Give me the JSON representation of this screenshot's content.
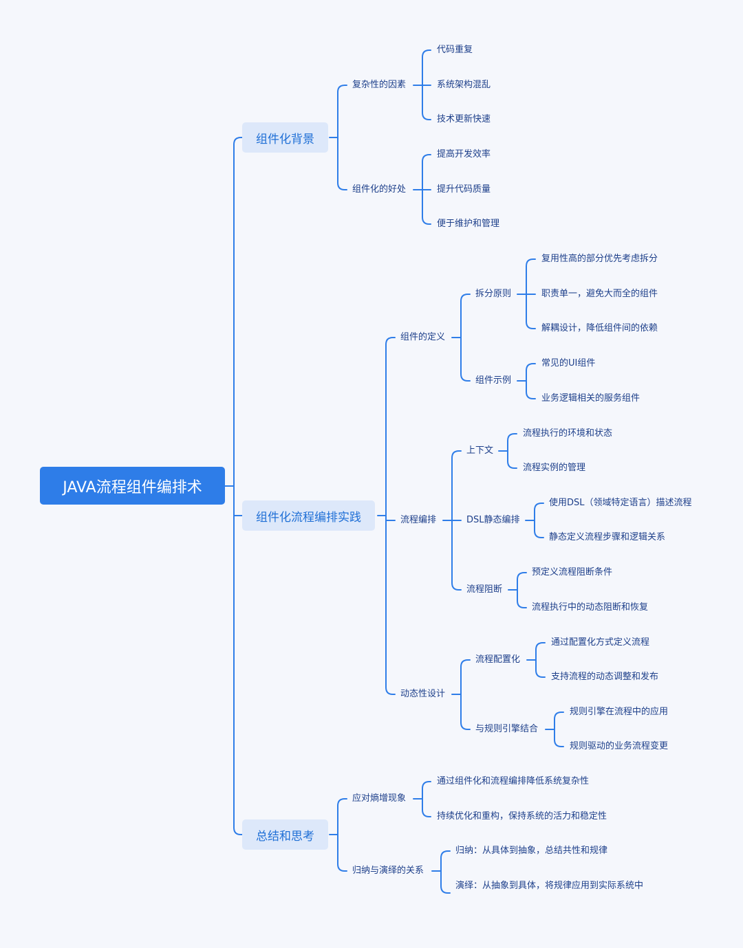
{
  "root": "JAVA流程组件编排术",
  "branches": [
    {
      "label": "组件化背景",
      "children": [
        {
          "label": "复杂性的因素",
          "children": [
            {
              "label": "代码重复"
            },
            {
              "label": "系统架构混乱"
            },
            {
              "label": "技术更新快速"
            }
          ]
        },
        {
          "label": "组件化的好处",
          "children": [
            {
              "label": "提高开发效率"
            },
            {
              "label": "提升代码质量"
            },
            {
              "label": "便于维护和管理"
            }
          ]
        }
      ]
    },
    {
      "label": "组件化流程编排实践",
      "children": [
        {
          "label": "组件的定义",
          "children": [
            {
              "label": "拆分原则",
              "children": [
                {
                  "label": "复用性高的部分优先考虑拆分"
                },
                {
                  "label": "职责单一，避免大而全的组件"
                },
                {
                  "label": "解耦设计，降低组件间的依赖"
                }
              ]
            },
            {
              "label": "组件示例",
              "children": [
                {
                  "label": "常见的UI组件"
                },
                {
                  "label": "业务逻辑相关的服务组件"
                }
              ]
            }
          ]
        },
        {
          "label": "流程编排",
          "children": [
            {
              "label": "上下文",
              "children": [
                {
                  "label": "流程执行的环境和状态"
                },
                {
                  "label": "流程实例的管理"
                }
              ]
            },
            {
              "label": "DSL静态编排",
              "children": [
                {
                  "label": "使用DSL（领域特定语言）描述流程"
                },
                {
                  "label": "静态定义流程步骤和逻辑关系"
                }
              ]
            },
            {
              "label": "流程阻断",
              "children": [
                {
                  "label": "预定义流程阻断条件"
                },
                {
                  "label": "流程执行中的动态阻断和恢复"
                }
              ]
            }
          ]
        },
        {
          "label": "动态性设计",
          "children": [
            {
              "label": "流程配置化",
              "children": [
                {
                  "label": "通过配置化方式定义流程"
                },
                {
                  "label": "支持流程的动态调整和发布"
                }
              ]
            },
            {
              "label": "与规则引擎结合",
              "children": [
                {
                  "label": "规则引擎在流程中的应用"
                },
                {
                  "label": "规则驱动的业务流程变更"
                }
              ]
            }
          ]
        }
      ]
    },
    {
      "label": "总结和思考",
      "children": [
        {
          "label": "应对熵增现象",
          "children": [
            {
              "label": "通过组件化和流程编排降低系统复杂性"
            },
            {
              "label": "持续优化和重构，保持系统的活力和稳定性"
            }
          ]
        },
        {
          "label": "归纳与演绎的关系",
          "children": [
            {
              "label": "归纳：从具体到抽象，总结共性和规律"
            },
            {
              "label": "演绎：从抽象到具体，将规律应用到实际系统中"
            }
          ]
        }
      ]
    }
  ],
  "colors": {
    "line": "#2e7de8",
    "root_bg": "#2e7de8",
    "branch_bg": "#dde8fa",
    "branch_text": "#1f6fd6",
    "leaf_text": "#1d3f8a",
    "background": "#f5f7fc"
  }
}
